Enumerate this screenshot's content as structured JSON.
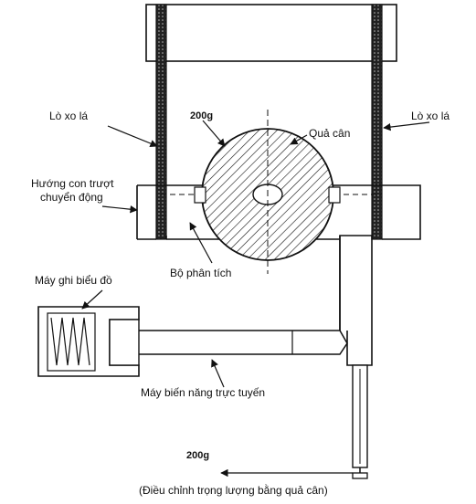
{
  "labels": {
    "leaf_spring_left": "Lò xo lá",
    "leaf_spring_right": "Lò xo lá",
    "weight_top": "200g",
    "counterweight": "Quả cân",
    "slider_direction_line1": "Hướng con trượt",
    "slider_direction_line2": "chuyển động",
    "analyzer": "Bộ phân tích",
    "chart_recorder": "Máy ghi biểu đồ",
    "linear_transducer": "Máy biến năng trực tuyến",
    "weight_bottom": "200g",
    "weight_adjust_note": "(Điều chỉnh trọng lượng bằng quả cân)"
  },
  "colors": {
    "line": "#111111",
    "paper": "#ffffff"
  }
}
